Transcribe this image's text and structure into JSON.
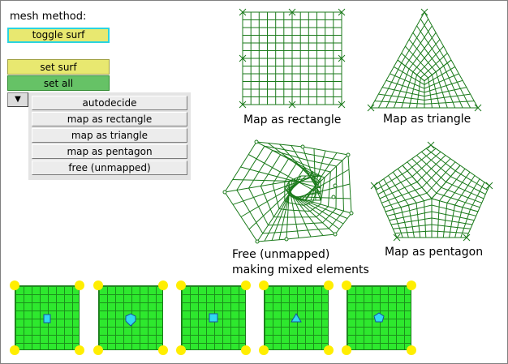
{
  "labels": {
    "mesh_method": "mesh method:"
  },
  "buttons": {
    "toggle_surf": "toggle surf",
    "set_surf": "set surf",
    "set_all": "set all"
  },
  "dropdown": {
    "arrow": "▼",
    "items": [
      "autodecide",
      "map as rectangle",
      "map as triangle",
      "map as pentagon",
      "free (unmapped)"
    ]
  },
  "captions": {
    "rectangle": "Map as rectangle",
    "triangle": "Map as triangle",
    "free_line1": "Free (unmapped)",
    "free_line2": "making mixed elements",
    "pentagon": "Map as pentagon"
  },
  "colors": {
    "mesh_line": "#1b7a1b",
    "tile_fill": "#2ee82e",
    "corner_dot": "#ffee00",
    "center_marker": "#30d8f0"
  },
  "tiles": [
    {
      "name": "tile-square-sticker",
      "marker": "sticker"
    },
    {
      "name": "tile-pentagon-heart",
      "marker": "heart"
    },
    {
      "name": "tile-square",
      "marker": "square"
    },
    {
      "name": "tile-triangle",
      "marker": "triangle"
    },
    {
      "name": "tile-pentagon",
      "marker": "pentagon"
    }
  ]
}
